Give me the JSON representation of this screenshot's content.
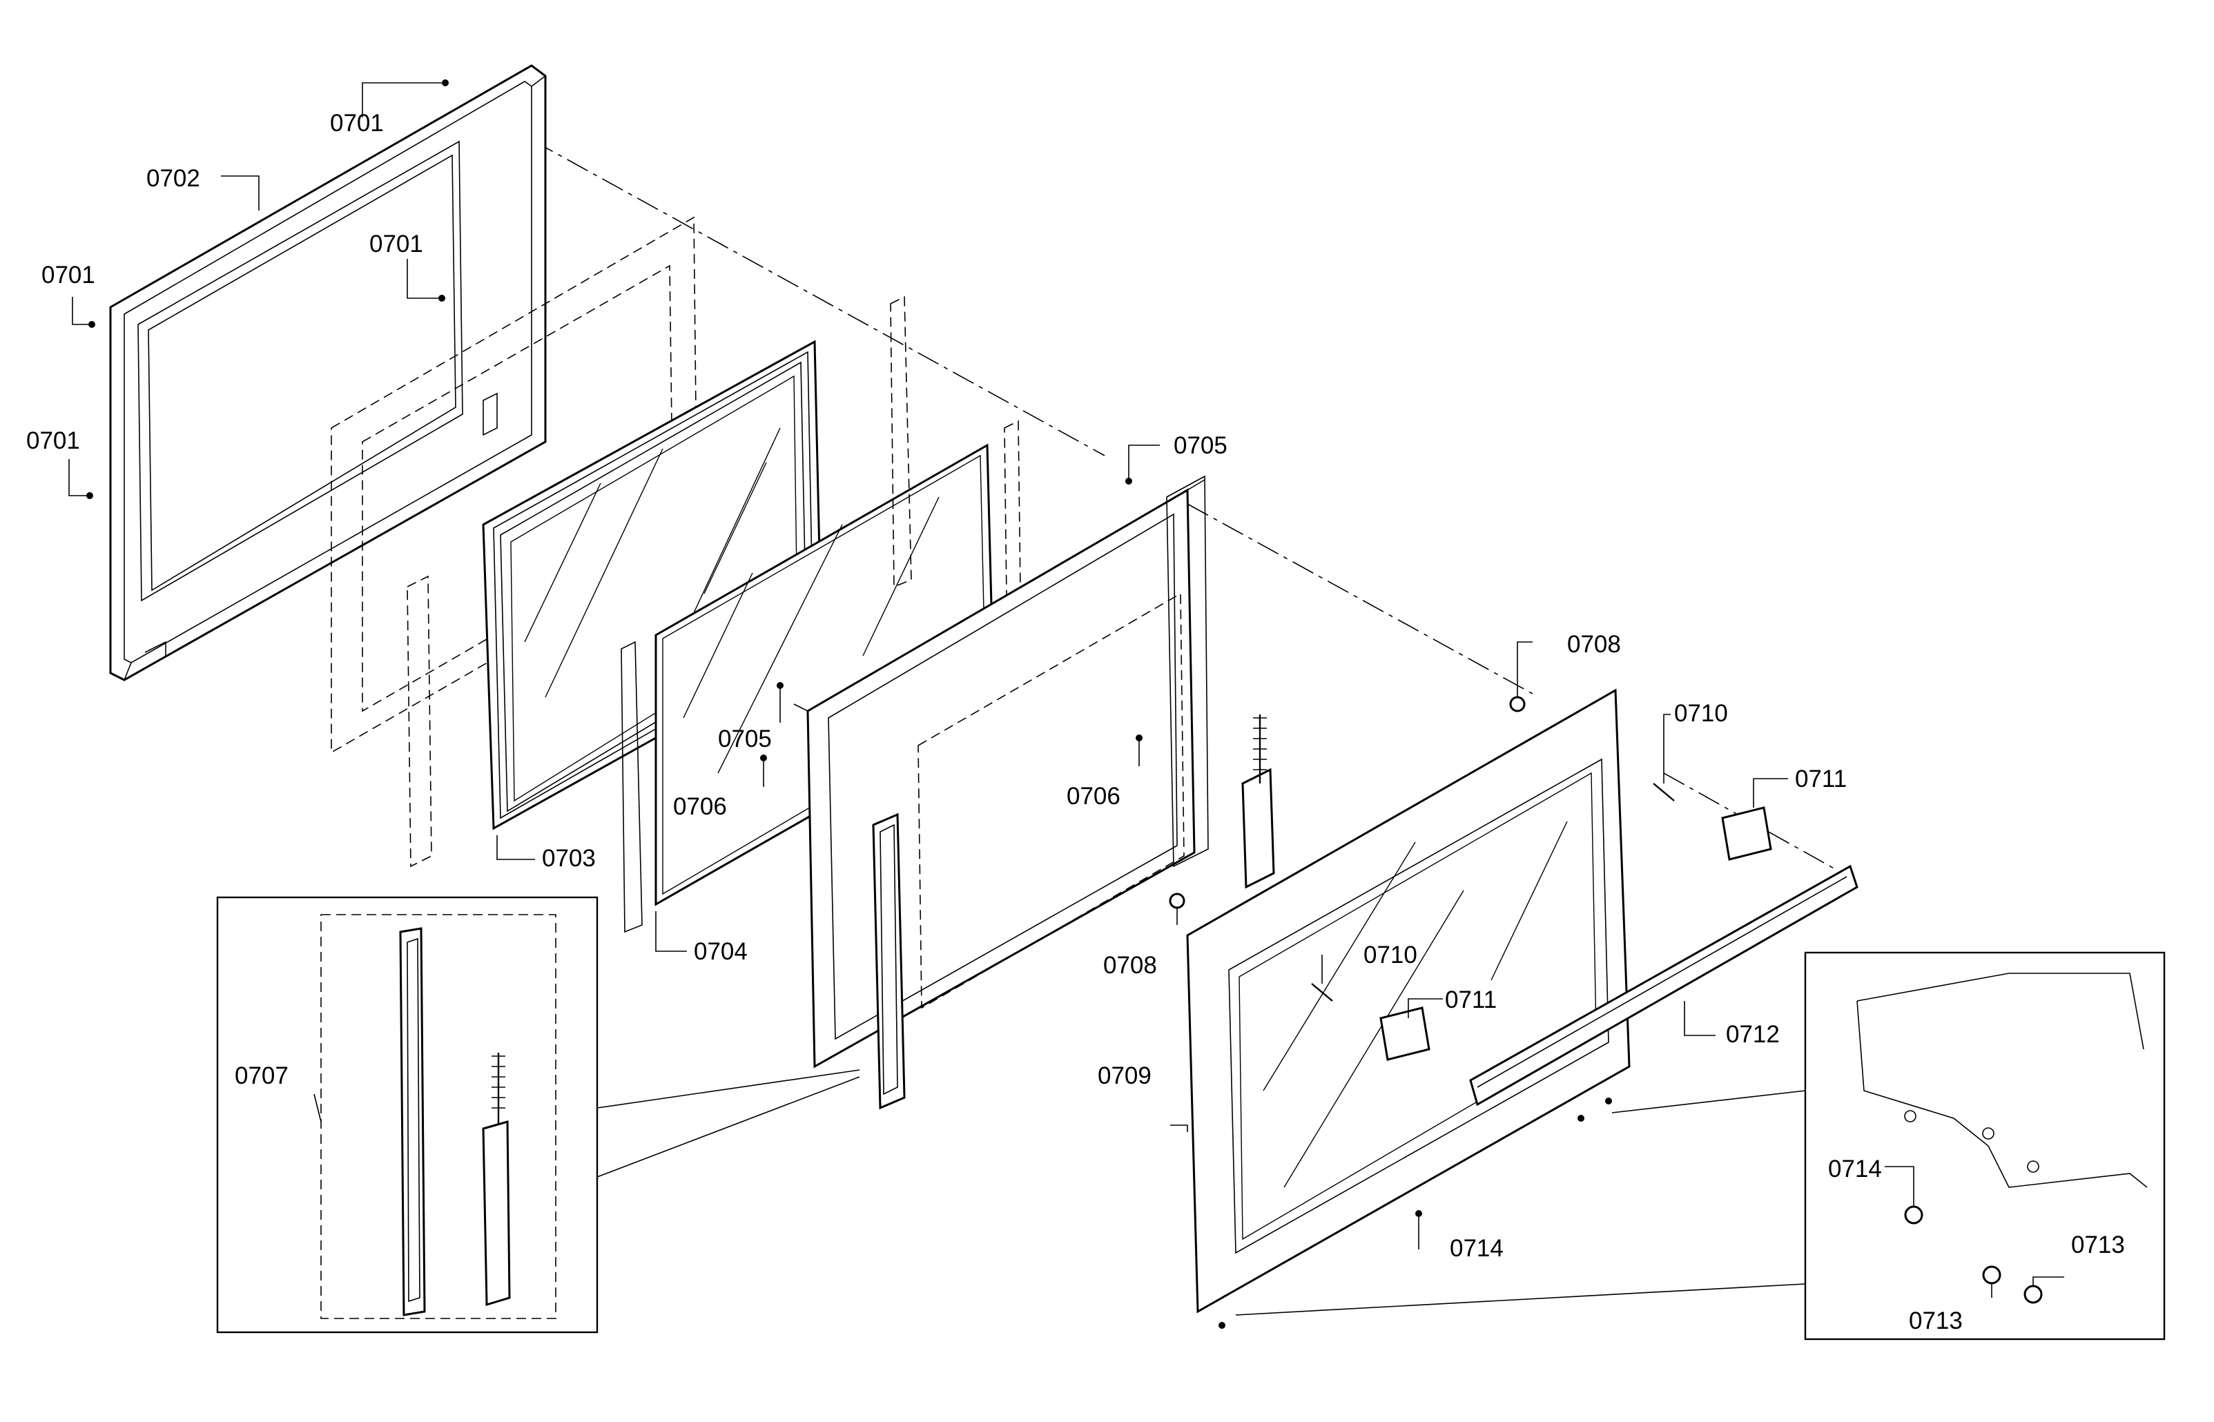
{
  "diagram": {
    "labels": [
      {
        "id": "l1",
        "text": "0701"
      },
      {
        "id": "l2",
        "text": "0702"
      },
      {
        "id": "l3",
        "text": "0701"
      },
      {
        "id": "l4",
        "text": "0701"
      },
      {
        "id": "l5",
        "text": "0701"
      },
      {
        "id": "l6",
        "text": "0703"
      },
      {
        "id": "l7",
        "text": "0704"
      },
      {
        "id": "l8",
        "text": "0705"
      },
      {
        "id": "l9",
        "text": "0706"
      },
      {
        "id": "l10",
        "text": "0705"
      },
      {
        "id": "l11",
        "text": "0706"
      },
      {
        "id": "l12",
        "text": "0707"
      },
      {
        "id": "l13",
        "text": "0708"
      },
      {
        "id": "l14",
        "text": "0710"
      },
      {
        "id": "l15",
        "text": "0711"
      },
      {
        "id": "l16",
        "text": "0708"
      },
      {
        "id": "l17",
        "text": "0710"
      },
      {
        "id": "l18",
        "text": "0711"
      },
      {
        "id": "l19",
        "text": "0712"
      },
      {
        "id": "l20",
        "text": "0709"
      },
      {
        "id": "l21",
        "text": "0714"
      },
      {
        "id": "l22",
        "text": "0714"
      },
      {
        "id": "l23",
        "text": "0713"
      },
      {
        "id": "l24",
        "text": "0713"
      }
    ]
  }
}
